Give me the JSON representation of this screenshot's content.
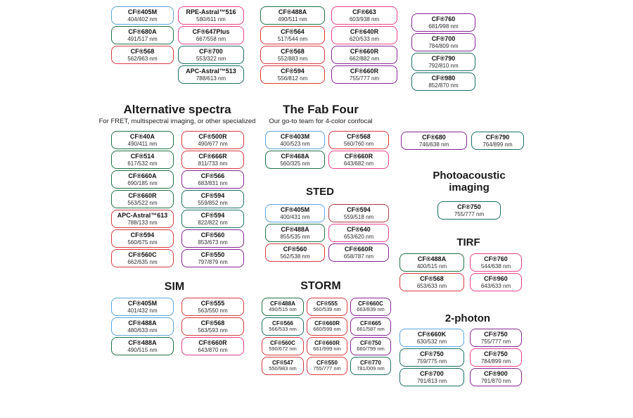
{
  "palette": {
    "blue": "#5ba4d9",
    "green": "#1e7145",
    "teal": "#1a6f66",
    "red": "#d63a40",
    "darkred": "#a63a40",
    "pink": "#e8418c",
    "purple": "#82278e"
  },
  "top_grid": {
    "columns": [
      [
        {
          "name": "CF®405M",
          "value": "404/402 nm",
          "color": "blue"
        },
        {
          "name": "CF®680A",
          "value": "491/517 nm",
          "color": "green"
        },
        {
          "name": "CF®568",
          "value": "562/963 nm",
          "color": "red"
        }
      ],
      [
        {
          "name": "RPE-Astral™516",
          "value": "580/611 nm",
          "color": "pink"
        },
        {
          "name": "CF®647Plus",
          "value": "667/558 nm",
          "color": "pink"
        },
        {
          "name": "CF®700",
          "value": "553/322 nm",
          "color": "teal"
        },
        {
          "name": "APC-Astral™513",
          "value": "788/613 nm",
          "color": "teal"
        }
      ],
      [
        {
          "name": "CF®488A",
          "value": "490/511 nm",
          "color": "green"
        },
        {
          "name": "CF®564",
          "value": "517/544 nm",
          "color": "red"
        },
        {
          "name": "CF®568",
          "value": "552/883 nm",
          "color": "red"
        },
        {
          "name": "CF®594",
          "value": "556/812 nm",
          "color": "red"
        }
      ],
      [
        {
          "name": "CF®663",
          "value": "603/938 nm",
          "color": "pink"
        },
        {
          "name": "CF®640R",
          "value": "620/533 nm",
          "color": "pink"
        },
        {
          "name": "CF®660R",
          "value": "662/882 nm",
          "color": "purple"
        },
        {
          "name": "CF®660R",
          "value": "755/777 nm",
          "color": "purple"
        }
      ],
      [
        {
          "name": "CF®760",
          "value": "681/998 nm",
          "color": "purple"
        },
        {
          "name": "CF®700",
          "value": "784/809 nm",
          "color": "purple"
        },
        {
          "name": "CF®790",
          "value": "792/810 nm",
          "color": "teal"
        },
        {
          "name": "CF®980",
          "value": "852/870 nm",
          "color": "teal"
        }
      ]
    ]
  },
  "sections": {
    "alternative": {
      "title": "Alternative spectra",
      "subtitle": "For FRET, multispectral imaging, or other specialized",
      "columns": [
        [
          {
            "name": "CF®40A",
            "value": "490/411 nm",
            "color": "green"
          },
          {
            "name": "CF®514",
            "value": "617/532 nm",
            "color": "green"
          },
          {
            "name": "CF®660A",
            "value": "690/185 nm",
            "color": "green"
          },
          {
            "name": "CF®660R",
            "value": "563/522 nm",
            "color": "green"
          },
          {
            "name": "APC-Astral™613",
            "value": "788/133 nm",
            "color": "red"
          },
          {
            "name": "CF®594",
            "value": "560/675 nm",
            "color": "red"
          },
          {
            "name": "CF®560C",
            "value": "662/635 nm",
            "color": "red"
          }
        ],
        [
          {
            "name": "CF®500R",
            "value": "490/677 nm",
            "color": "red"
          },
          {
            "name": "CF®666R",
            "value": "811/733 nm",
            "color": "red"
          },
          {
            "name": "CF®566",
            "value": "683/831 nm",
            "color": "purple"
          },
          {
            "name": "CF®594",
            "value": "559/852 nm",
            "color": "teal"
          },
          {
            "name": "CF®594",
            "value": "822/822 nm",
            "color": "teal"
          },
          {
            "name": "CF®560",
            "value": "853/673 nm",
            "color": "purple"
          },
          {
            "name": "CF®550",
            "value": "797/879 nm",
            "color": "purple"
          }
        ]
      ]
    },
    "fab_four": {
      "title": "The Fab Four",
      "subtitle": "Our go-to team for 4-color confocal",
      "columns": [
        [
          {
            "name": "CF®403M",
            "value": "400/523 nm",
            "color": "blue"
          },
          {
            "name": "CF®468A",
            "value": "560/325 nm",
            "color": "green"
          }
        ],
        [
          {
            "name": "CF®568",
            "value": "560/760 nm",
            "color": "red"
          },
          {
            "name": "CF®660R",
            "value": "643/682 nm",
            "color": "pink"
          }
        ]
      ]
    },
    "sted": {
      "title": "STED",
      "columns": [
        [
          {
            "name": "CF®405M",
            "value": "400/431 nm",
            "color": "blue"
          },
          {
            "name": "CF®488A",
            "value": "855/535 nm",
            "color": "green"
          },
          {
            "name": "CF®560",
            "value": "562/538 nm",
            "color": "red"
          }
        ],
        [
          {
            "name": "CF®594",
            "value": "559/518 nm",
            "color": "darkred"
          },
          {
            "name": "CF®640",
            "value": "653/620 nm",
            "color": "pink"
          },
          {
            "name": "CF®660R",
            "value": "658/787 nm",
            "color": "purple"
          }
        ]
      ]
    },
    "near_ir_pair": {
      "columns": [
        [
          {
            "name": "CF®680",
            "value": "746/638 nm",
            "color": "purple"
          }
        ],
        [
          {
            "name": "CF®790",
            "value": "764/899 nm",
            "color": "teal"
          }
        ]
      ]
    },
    "photoacoustic": {
      "title": "Photoacoustic imaging",
      "columns": [
        [
          {
            "name": "CF®750",
            "value": "755/777 nm",
            "color": "teal"
          }
        ]
      ]
    },
    "tirf": {
      "title": "TIRF",
      "columns": [
        [
          {
            "name": "CF®488A",
            "value": "400/515 nm",
            "color": "green"
          },
          {
            "name": "CF®568",
            "value": "653/633 nm",
            "color": "red"
          }
        ],
        [
          {
            "name": "CF®760",
            "value": "544/638 nm",
            "color": "pink"
          },
          {
            "name": "CF®960",
            "value": "643/633 nm",
            "color": "pink"
          }
        ]
      ]
    },
    "sim": {
      "title": "SIM",
      "columns": [
        [
          {
            "name": "CF®405M",
            "value": "401/432 nm",
            "color": "blue"
          },
          {
            "name": "CF®488A",
            "value": "480/633 nm",
            "color": "blue"
          },
          {
            "name": "CF®488A",
            "value": "490/515 nm",
            "color": "green"
          }
        ],
        [
          {
            "name": "CF®555",
            "value": "563/550 nm",
            "color": "red"
          },
          {
            "name": "CF®568",
            "value": "563/593 nm",
            "color": "red"
          },
          {
            "name": "CF®660R",
            "value": "643/870 nm",
            "color": "pink"
          }
        ]
      ]
    },
    "storm": {
      "title": "STORM",
      "columns": [
        [
          {
            "name": "CF®488A",
            "value": "490/515 nm",
            "color": "green"
          },
          {
            "name": "CF®566",
            "value": "566/533 nm",
            "color": "teal"
          },
          {
            "name": "CF®560C",
            "value": "590/672 nm",
            "color": "red"
          },
          {
            "name": "CF®547",
            "value": "550/983 nm",
            "color": "red"
          }
        ],
        [
          {
            "name": "CF®555",
            "value": "560/539 nm",
            "color": "red"
          },
          {
            "name": "CF®660R",
            "value": "660/599 nm",
            "color": "red"
          },
          {
            "name": "CF®660R",
            "value": "661/999 nm",
            "color": "red"
          },
          {
            "name": "CF®550",
            "value": "755/777 nm",
            "color": "red"
          }
        ],
        [
          {
            "name": "CF®660C",
            "value": "663/839 nm",
            "color": "purple"
          },
          {
            "name": "CF®665",
            "value": "661/587 nm",
            "color": "purple"
          },
          {
            "name": "CF®750",
            "value": "660/799 nm",
            "color": "purple"
          },
          {
            "name": "CF®770",
            "value": "781/009 nm",
            "color": "teal"
          }
        ]
      ]
    },
    "two_photon": {
      "title": "2-photon",
      "columns": [
        [
          {
            "name": "CF®660K",
            "value": "630/532 nm",
            "color": "blue"
          },
          {
            "name": "CF®750",
            "value": "759/775 nm",
            "color": "teal"
          },
          {
            "name": "CF®700",
            "value": "791/813 nm",
            "color": "teal"
          }
        ],
        [
          {
            "name": "CF®750",
            "value": "755/777 nm",
            "color": "purple"
          },
          {
            "name": "CF®750",
            "value": "784/899 nm",
            "color": "pink"
          },
          {
            "name": "CF®900",
            "value": "791/870 nm",
            "color": "purple"
          }
        ]
      ]
    }
  }
}
